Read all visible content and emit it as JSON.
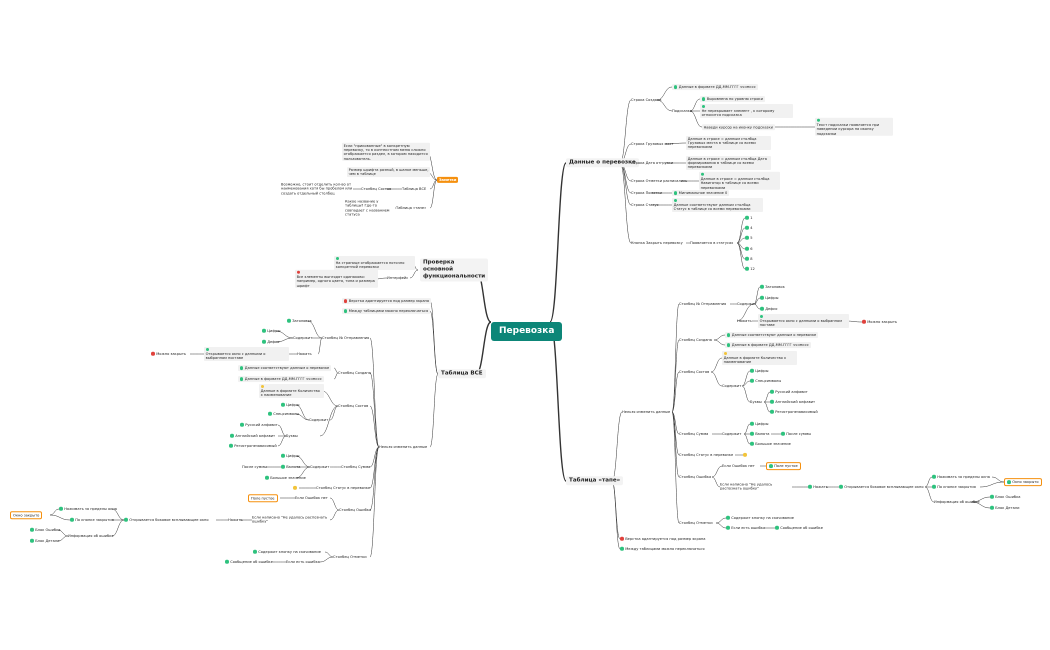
{
  "root": {
    "label": "Перевозка"
  },
  "colors": {
    "root": "#0d8678",
    "accent": "#f5900f",
    "ok": "#2ec27e",
    "error": "#e0413c",
    "warn": "#f2c43a",
    "line": "#333333"
  },
  "branches": {
    "data": {
      "label": "Данные о перевозке",
      "items": {
        "created": "Строка Создана",
        "created_format": "Данные в формате ДД.ММ.ГГГГ чч:мм:сс",
        "tooltip": "Подсказка",
        "tooltip_align": "Выровнена по уровню строки",
        "tooltip_overlap": "Не перекрывает элемент , к которому относится подсказка",
        "hover": "Наведи курсор на иконку подсказки",
        "hover_result": "Текст подсказки появляется при наведении курсора на иконку подсказки",
        "cargo_row": "Строка Грузовых мест",
        "cargo_data": "Данные в строке = данным столбца Грузовых места в таблице со всеми перевозками",
        "date_row": "Строка Дата отгрузки",
        "date_data": "Данные в строке = данным столбца Дата формирования в таблице со всеми перевозками",
        "marks_row": "Строка Отметки расписались",
        "marks_data": "Данные в строке = данным столбца Навигатор в таблице со всеми перевозками",
        "note_row": "Строка Пометки",
        "note_min": "Минимальное значение 0",
        "status_row": "Строка Статус",
        "status_data": "Данные соответствуют данным столбца Статус в таблице со всеми перевозками",
        "close_btn": "Кнопка Закрыть перевозку",
        "close_status": "Появляется в статусах",
        "statuses": [
          "1",
          "4",
          "5",
          "6",
          "8",
          "12"
        ]
      }
    },
    "check": {
      "label": "Проверка основной функциональности",
      "items": {
        "page_shows": "На странице отображается поточно конкретной перевозки",
        "interface": "Интерфейс",
        "same_look": "Все элементы выглядят одинаково: например, одного цвета, типа и размера шрифт"
      }
    },
    "notes": {
      "label": "Заметки",
      "items": {
        "n1": "Если \"прикованные\" в конкретную перевозку, то в контекстном меню сложно отображается раздел, в котором находится пользователь.",
        "n2": "Размер шрифта разный, в шапке меньше, чем в таблице",
        "n3": "Возможно, стоит отделить кол-во от наименования хотя бы пробелом или создать отдельный столбец",
        "n3_col": "Столбец Состав",
        "n3_tbl": "Таблица ВСЕ",
        "n4": "Какое название у таблицы? Где-то совпадает с названием статуса",
        "n4_tbl": "Таблица «тапе»"
      }
    },
    "all_table": {
      "label": "Таблица ВСЕ",
      "items": {
        "fit": "Верстка адаптируется под размер экрана",
        "switch": "Между таблицами можно переключаться",
        "edit": "Нельзя изменить данные",
        "col_num": "Столбец № Отправления",
        "contains": "Содержит",
        "num_label": "Заголовок",
        "digits": "Цифры",
        "dash": "Дефис",
        "press": "Нажать",
        "opens_window": "Открывается окно с данными о выбранном поставе",
        "can_close": "Можно закрыть",
        "col_created": "Столбец Создана",
        "created_match": "Данные соответствуют данным о перевозке",
        "created_format": "Данные в формате ДД.ММ.ГГГГ чч:мм:сс",
        "col_comp": "Столбец Состав",
        "comp_format": "Данные в формате Количество х наименование",
        "comp_digits": "Цифры",
        "comp_special": "Спецсимволы",
        "letters": "Буквы",
        "ru": "Русский алфавит",
        "en": "Английский алфавит",
        "case": "Регистронезависимый",
        "col_sum": "Столбец Сумма",
        "sum_digits": "Цифры",
        "currency": "Валюта",
        "after_sum": "После суммы",
        "larger": "Большое значение",
        "col_status": "Столбец Статус в перевозке",
        "col_err": "Столбец Ошибка",
        "no_errors": "Если Ошибок нет",
        "empty_field": "Поле пустое",
        "err_text": "Если написано \"Не удалось распознать ошибку\"",
        "err_press": "Нажать",
        "popup": "Открывается боковое всплывающее окно",
        "outside": "Нажимать за пределы окна",
        "by_close": "По кнопке закрытия",
        "window_closed": "Окно закрыто",
        "info": "Информация об ошибке",
        "err_block": "Блок Ошибка",
        "details_block": "Блок Детали",
        "col_marks": "Столбец Отметки",
        "has_button": "Содержит кнопку на скачивание",
        "if_error": "Если есть ошибка",
        "err_msg": "Сообщение об ошибке"
      }
    },
    "tape": {
      "label": "Таблица «тапе»",
      "items": {
        "edit": "Нельзя изменить данные",
        "col_num": "Столбец № Отправления",
        "num_label": "Заголовок",
        "contains": "Содержит",
        "digits": "Цифры",
        "dash": "Дефис",
        "press": "Нажать",
        "opens_window": "Открывается окно с данными о выбранном поставе",
        "can_close": "Можно закрыть",
        "col_created": "Столбец Создана",
        "created_match": "Данные соответствуют данным о перевозке",
        "created_format": "Данные в формате ДД.ММ.ГГГГ чч:мм:сс",
        "col_comp": "Столбец Состав",
        "comp_format": "Данные в формате Количество х наименование",
        "comp_contains": "Содержит",
        "comp_digits": "Цифры",
        "comp_special": "Спецсимволы",
        "letters": "Буквы",
        "ru": "Русский алфавит",
        "en": "Английский алфавит",
        "case": "Регистронезависимый",
        "col_sum": "Столбец Сумма",
        "sum_contains": "Содержит",
        "sum_digits": "Цифры",
        "currency": "Валюта",
        "after_sum": "После суммы",
        "larger": "Большое значение",
        "col_status": "Столбец Статус в перевозке",
        "col_err": "Столбец Ошибка",
        "no_errors": "Если Ошибок нет",
        "empty_field": "Поле пустое",
        "err_text": "Если написано \"Не удалось распознать ошибку\"",
        "err_press": "Нажать",
        "popup": "Открывается боковое всплывающее окно",
        "outside": "Нажимать за пределы окна",
        "by_close": "По кнопке закрытия",
        "window_closed": "Окно закрыто",
        "info": "Информация об ошибке",
        "err_block": "Блок Ошибка",
        "details_block": "Блок Детали",
        "col_marks": "Столбец Отметки",
        "has_button": "Содержит кнопку на скачивание",
        "if_error": "Если есть ошибка",
        "err_msg": "Сообщение об ошибке",
        "fit": "Верстка адаптируется под размер экрана",
        "switch": "Между таблицами можно переключаться"
      }
    }
  }
}
